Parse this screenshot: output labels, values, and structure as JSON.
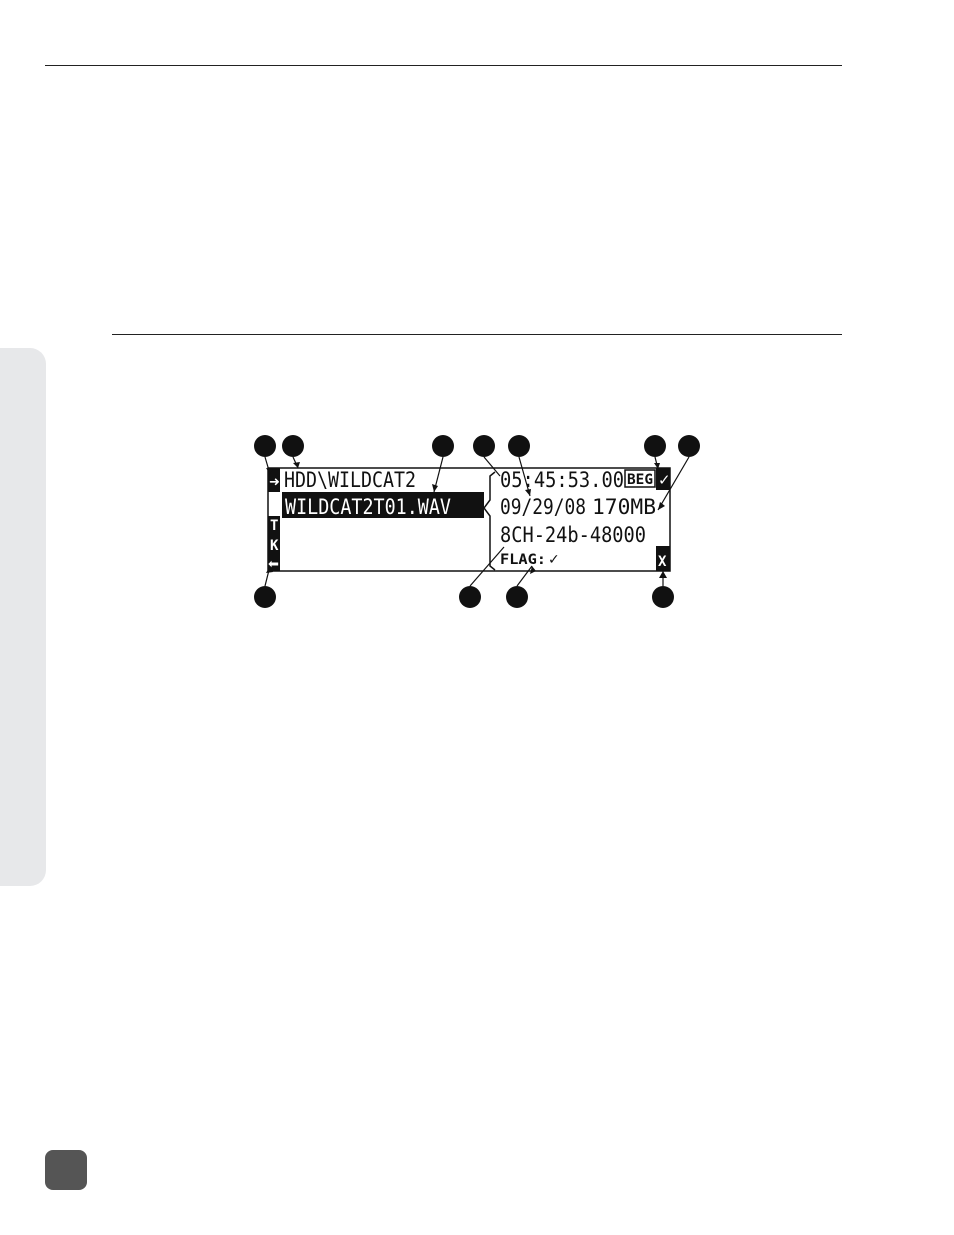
{
  "lcd": {
    "path": "HDD\\WILDCAT2",
    "selected_file": "WILDCAT2T01.WAV",
    "side_label_chars": [
      "T",
      "K"
    ],
    "timecode": "05:45:53.00",
    "timecode_mode_badge": "BEG",
    "check_mark": "✓",
    "date": "09/29/08",
    "file_size": "170MB",
    "format": "8CH-24b-48000",
    "flag_label": "FLAG:",
    "flag_value": "✓",
    "delete_mark": "X"
  },
  "icons": {
    "scroll_up": "arrow-right-icon",
    "scroll_down": "arrow-left-icon"
  },
  "colors": {
    "lcd_background": "#ffffff",
    "lcd_ink": "#111111",
    "side_tab": "#e7e8ea",
    "page_box": "#555555"
  }
}
